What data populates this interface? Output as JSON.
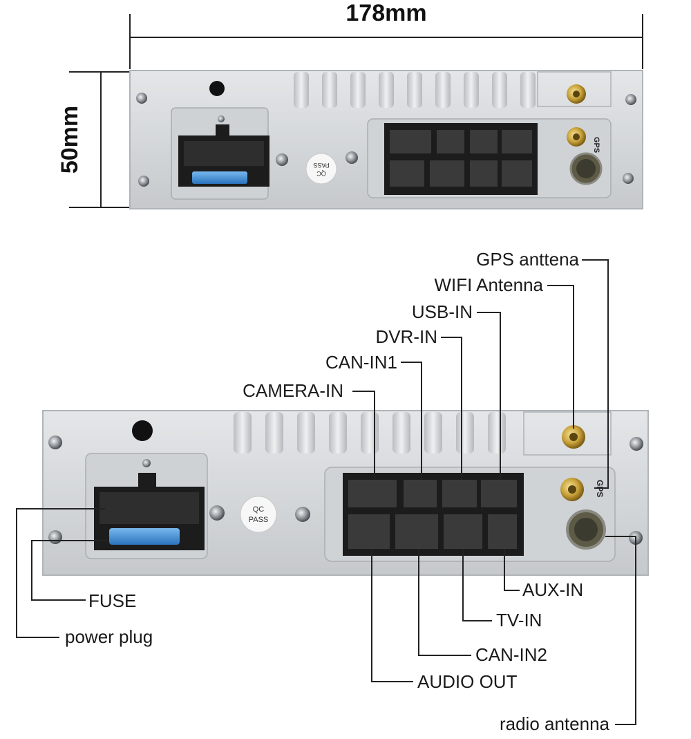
{
  "dimensions": {
    "width": "178mm",
    "height": "50mm"
  },
  "unit_marks": {
    "qc": "QC",
    "pass": "PASS",
    "gps": "GPS"
  },
  "labels": {
    "gps_antenna": "GPS anttena",
    "wifi_antenna": "WIFI Antenna",
    "usb_in": "USB-IN",
    "dvr_in": "DVR-IN",
    "can_in1": "CAN-IN1",
    "camera_in": "CAMERA-IN",
    "fuse": "FUSE",
    "power_plug": "power plug",
    "aux_in": "AUX-IN",
    "tv_in": "TV-IN",
    "can_in2": "CAN-IN2",
    "audio_out": "AUDIO OUT",
    "radio_antenna": "radio antenna"
  },
  "colors": {
    "panel": "#d9dcdf",
    "panel_edge": "#b8bcc0",
    "connector": "#1c1c1c",
    "fuse": "#3d8fd6",
    "gold": "#c9a23a"
  }
}
